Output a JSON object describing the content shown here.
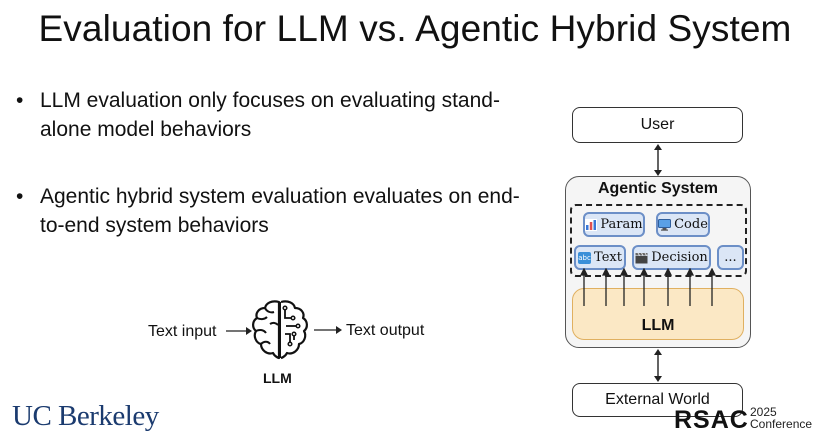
{
  "slide": {
    "title": "Evaluation for LLM vs. Agentic Hybrid System",
    "bullets": [
      {
        "marker": "•",
        "text": "LLM evaluation only focuses on evaluating stand-alone model behaviors"
      },
      {
        "marker": "•",
        "text": "Agentic hybrid system evaluation evaluates on end-to-end system behaviors"
      }
    ]
  },
  "llm_diagram": {
    "input_label": "Text input",
    "output_label": "Text output",
    "caption": "LLM",
    "icon": "brain-circuit-icon"
  },
  "system_diagram": {
    "user_label": "User",
    "agentic_title": "Agentic System",
    "chips": {
      "param": {
        "label": "Param",
        "icon": "bar-chart-icon"
      },
      "code": {
        "label": "Code",
        "icon": "monitor-icon"
      },
      "text": {
        "label": "Text",
        "icon": "abc-icon",
        "icon_text": "abc"
      },
      "decision": {
        "label": "Decision",
        "icon": "clapperboard-icon"
      },
      "more": {
        "label": "..."
      }
    },
    "llm_label": "LLM",
    "external_label": "External World",
    "colors": {
      "chip_fill": "#dbe6f6",
      "chip_border": "#6c8fc7",
      "llm_fill": "#fbe8c5",
      "llm_border": "#e0b060"
    }
  },
  "footer": {
    "left_logo": "UC Berkeley",
    "right_logo": "RSAC",
    "right_year": "2025",
    "right_suffix": "Conference",
    "brand_color": "#1b3b6f"
  }
}
